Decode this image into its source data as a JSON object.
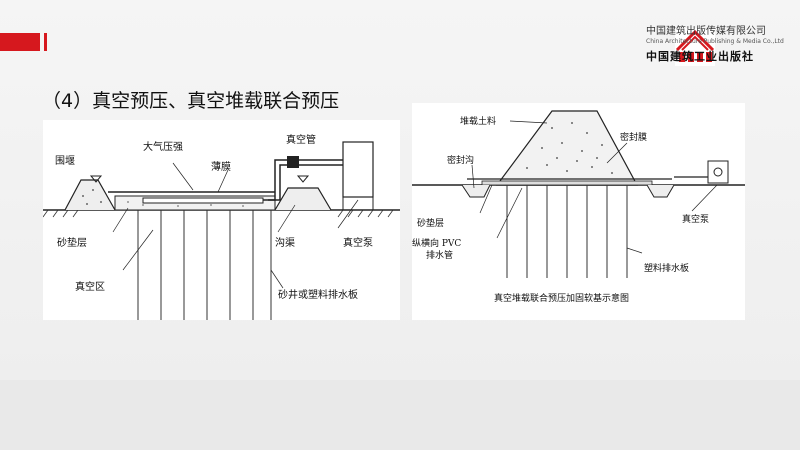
{
  "logo": {
    "name_cn": "中国建筑出版传媒有限公司",
    "name_en": "China Architecture Publishing & Media Co.,Ltd",
    "calligraphy": "中国建筑工业出版社"
  },
  "heading": "（4）真空预压、真空堆载联合预压",
  "diagram_left": {
    "labels": {
      "cofferdam": "围堰",
      "atm_pressure": "大气压强",
      "vacuum_pipe": "真空管",
      "membrane": "薄膜",
      "sand_cushion": "砂垫层",
      "vacuum_zone": "真空区",
      "ditch": "沟渠",
      "vacuum_pump": "真空泵",
      "drain": "砂井或塑料排水板"
    }
  },
  "diagram_right": {
    "labels": {
      "fill_soil": "堆载土料",
      "seal_membrane": "密封膜",
      "seal_ditch": "密封沟",
      "sand_cushion": "砂垫层",
      "pvc_pipe_1": "纵横向 PVC",
      "pvc_pipe_2": "排水管",
      "vacuum_pump": "真空泵",
      "plastic_drain": "塑料排水板",
      "caption": "真空堆载联合预压加固软基示意图"
    }
  }
}
